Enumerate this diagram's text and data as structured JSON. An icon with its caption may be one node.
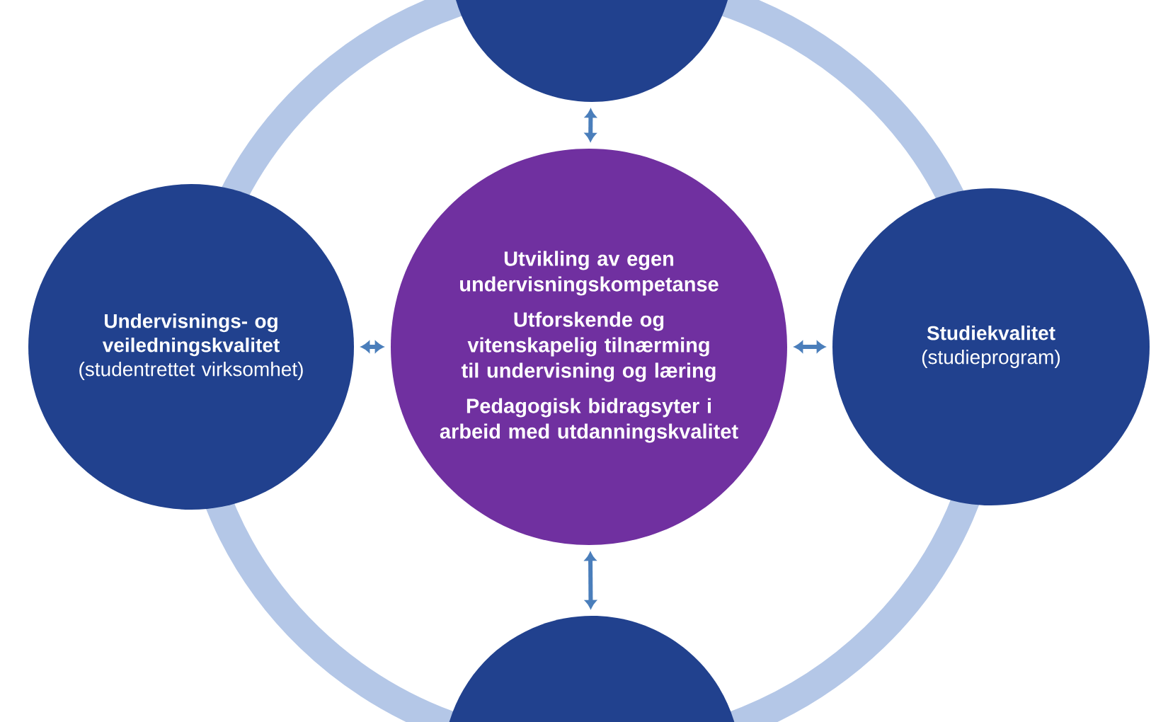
{
  "diagram": {
    "nodes": [
      {
        "text": [],
        "shape": "circle"
      },
      {
        "text": [
          "Undervisnings- og veiledningskvalitet",
          "(studentrettet virksomhet)"
        ]
      },
      {
        "text": [
          "Utvikling av egen undervisningskompetanse",
          "Utforskende og vitenskapelig tilnærming til undervisning og læring",
          "Pedagogisk bidragsyter i arbeid med utdanningskvalitet"
        ]
      },
      {
        "text": [
          "Studiekvalitet",
          "(studieprogram)"
        ]
      },
      {
        "text": [],
        "shape": "circle"
      }
    ],
    "edges": [
      {
        "from": 2,
        "to": 0,
        "arrow": "both"
      },
      {
        "from": 2,
        "to": 1,
        "arrow": "both"
      },
      {
        "from": 2,
        "to": 3,
        "arrow": "both"
      },
      {
        "from": 2,
        "to": 4,
        "arrow": "both"
      }
    ]
  }
}
